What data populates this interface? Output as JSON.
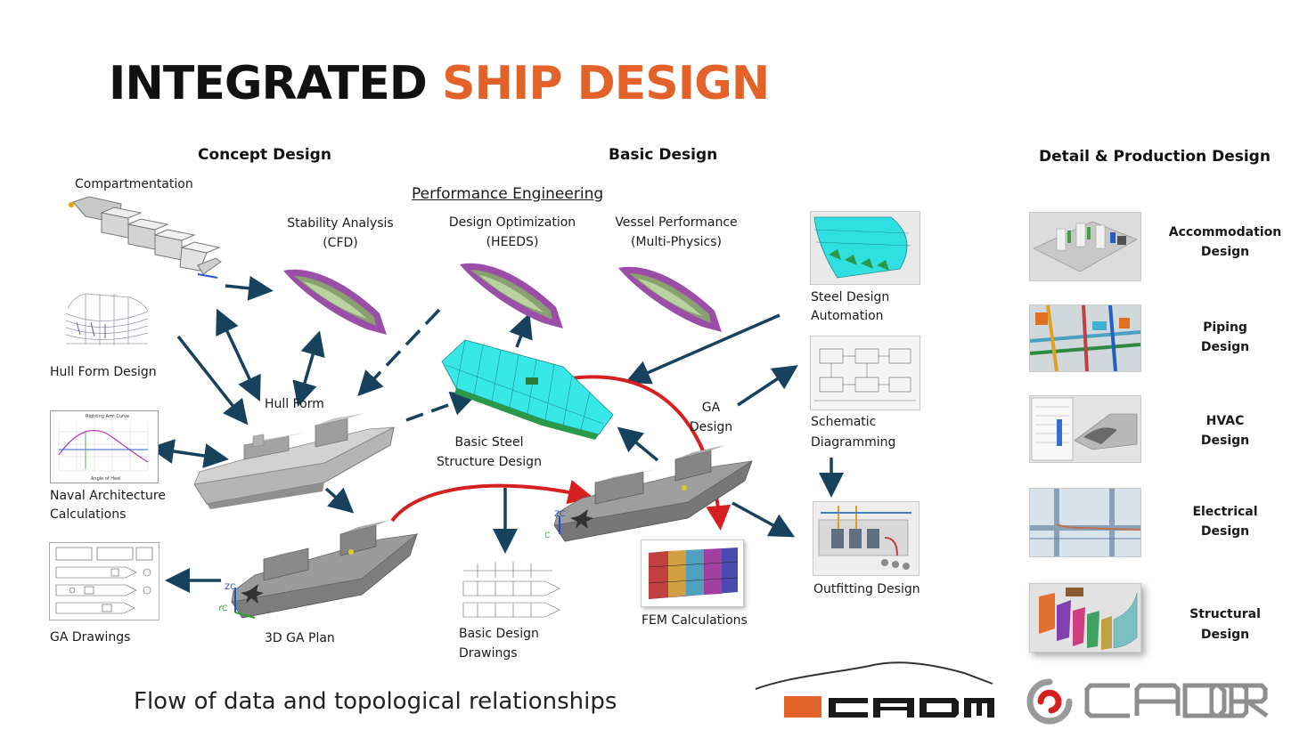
{
  "title": {
    "part1": "INTEGRATED",
    "part2": "SHIP DESIGN"
  },
  "colors": {
    "accent": "#e2622a",
    "arrow": "#17425e",
    "red_arrow": "#d62020",
    "ship_gray": "#a9a9a9",
    "cyan": "#30e0e0"
  },
  "sections": {
    "concept": "Concept Design",
    "basic": "Basic Design",
    "detail": "Detail & Production Design",
    "performance": "Performance Engineering"
  },
  "concept": {
    "compartmentation": "Compartmentation",
    "hull_form_design": "Hull Form Design",
    "hull_form": "Hull Form",
    "naval_arch_1": "Naval Architecture",
    "naval_arch_2": "Calculations",
    "ga_drawings": "GA Drawings",
    "ga_plan": "3D GA Plan"
  },
  "performance": {
    "stability_1": "Stability Analysis",
    "stability_2": "(CFD)",
    "optimization_1": "Design Optimization",
    "optimization_2": "(HEEDS)",
    "vessel_1": "Vessel Performance",
    "vessel_2": "(Multi-Physics)"
  },
  "basic": {
    "steel_structure_1": "Basic Steel",
    "steel_structure_2": "Structure Design",
    "drawings_1": "Basic Design",
    "drawings_2": "Drawings",
    "fem": "FEM Calculations",
    "ga_1": "GA",
    "ga_2": "Design",
    "steel_auto_1": "Steel Design",
    "steel_auto_2": "Automation",
    "schematic_1": "Schematic",
    "schematic_2": "Diagramming",
    "outfitting": "Outfitting Design"
  },
  "detail": [
    {
      "line1": "Accommodation",
      "line2": "Design"
    },
    {
      "line1": "Piping",
      "line2": "Design"
    },
    {
      "line1": "HVAC",
      "line2": "Design"
    },
    {
      "line1": "Electrical",
      "line2": "Design"
    },
    {
      "line1": "Structural",
      "line2": "Design"
    }
  ],
  "footer": "Flow of data and topological relationships",
  "logos": {
    "cadm": "CADM",
    "cador": "CADOR"
  },
  "chart_labels": {
    "righting_arm": "Righting Arm Curve",
    "angle_of_heel": "Angle of Heel"
  }
}
